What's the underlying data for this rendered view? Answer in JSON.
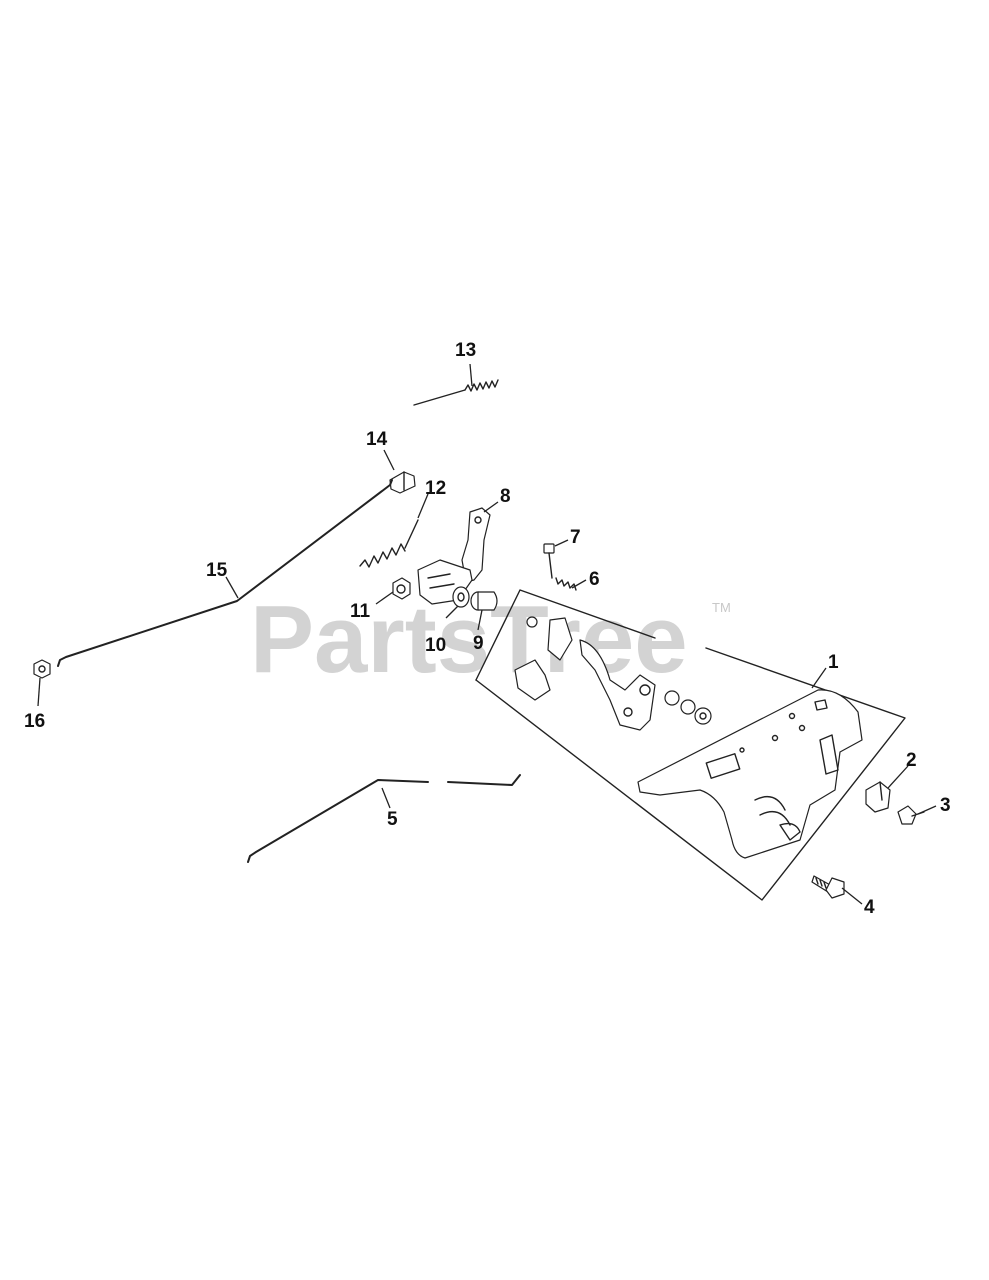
{
  "watermark": {
    "text": "PartsTree",
    "tm": "TM"
  },
  "callouts": {
    "p1": "1",
    "p2": "2",
    "p3": "3",
    "p4": "4",
    "p5": "5",
    "p6": "6",
    "p7": "7",
    "p8": "8",
    "p9": "9",
    "p10": "10",
    "p11": "11",
    "p12": "12",
    "p13": "13",
    "p14": "14",
    "p15": "15",
    "p16": "16"
  }
}
